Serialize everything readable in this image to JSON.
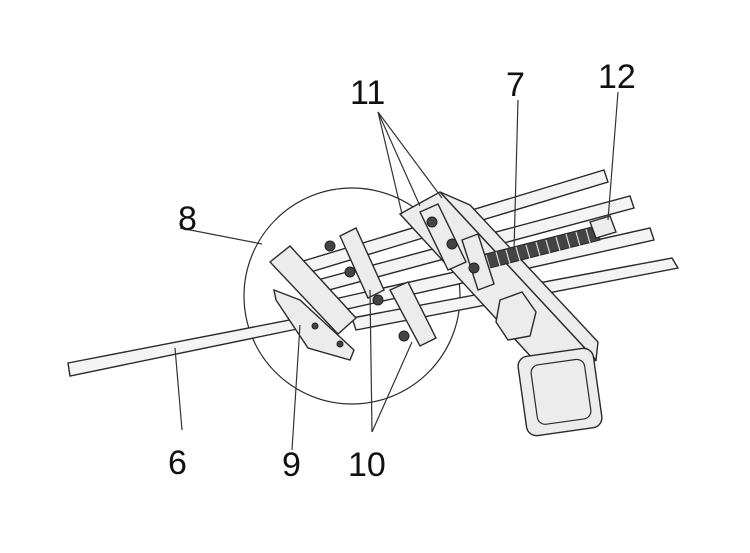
{
  "labels": {
    "l6": "6",
    "l7": "7",
    "l8": "8",
    "l9": "9",
    "l10": "10",
    "l11": "11",
    "l12": "12"
  },
  "colors": {
    "line": "#2a2a2a",
    "fill": "#ececec",
    "background": "#ffffff"
  }
}
